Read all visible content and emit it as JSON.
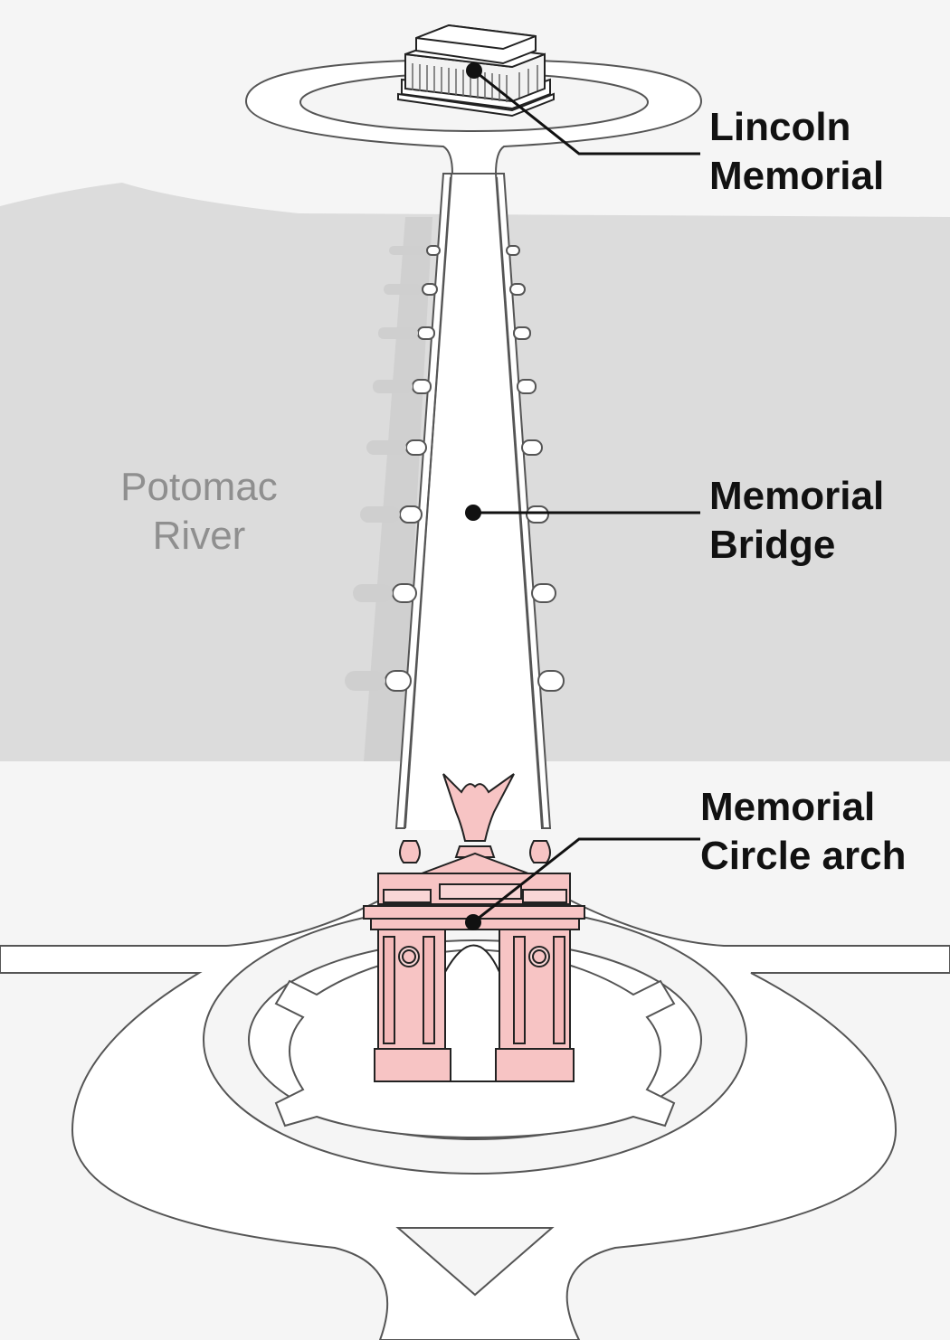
{
  "colors": {
    "background": "#f5f5f5",
    "river": "#dcdcdc",
    "road": "#ffffff",
    "outline": "#555555",
    "arch_fill": "#f7c4c4",
    "arch_outline": "#222222",
    "label_text": "#111111",
    "river_text": "#8f8f8f"
  },
  "labels": {
    "lincoln": {
      "line1": "Lincoln",
      "line2": "Memorial"
    },
    "bridge": {
      "line1": "Memorial",
      "line2": "Bridge"
    },
    "arch": {
      "line1": "Memorial",
      "line2": "Circle arch"
    },
    "river": {
      "line1": "Potomac",
      "line2": "River"
    }
  },
  "icons": {
    "lincoln": "lincoln-memorial-icon",
    "arch": "memorial-arch-icon"
  }
}
